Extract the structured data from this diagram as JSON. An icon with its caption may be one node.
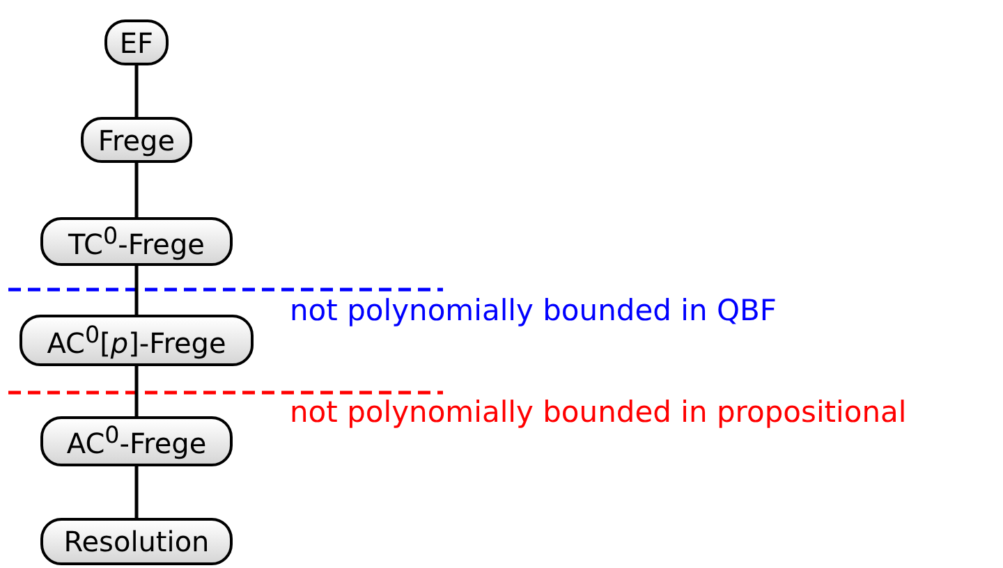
{
  "diagram": {
    "nodes": [
      {
        "text": [
          "EF"
        ]
      },
      {
        "text": [
          "Frege"
        ]
      },
      {
        "text": [
          "TC$^{0}$-Frege"
        ]
      },
      {
        "text": [
          "AC$^{0}$[*p*]-Frege"
        ]
      },
      {
        "text": [
          "AC$^{0}$-Frege"
        ]
      },
      {
        "text": [
          "Resolution"
        ]
      }
    ],
    "edges": [
      {
        "from": 0,
        "to": 1,
        "arrow": "none"
      },
      {
        "from": 1,
        "to": 2,
        "arrow": "none"
      },
      {
        "from": 2,
        "to": 3,
        "arrow": "none"
      },
      {
        "from": 3,
        "to": 4,
        "arrow": "none"
      },
      {
        "from": 4,
        "to": 5,
        "arrow": "none"
      }
    ],
    "labels": [
      "not polynomially bounded in QBF",
      "not polynomially bounded in propositional"
    ]
  }
}
